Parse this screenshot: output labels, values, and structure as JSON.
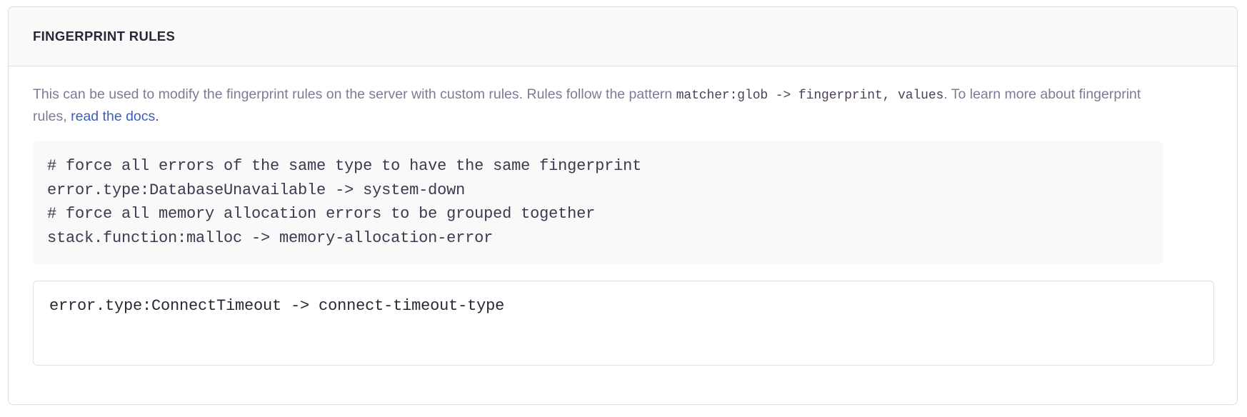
{
  "panel": {
    "title": "FINGERPRINT RULES"
  },
  "description": {
    "lead": "This can be used to modify the fingerprint rules on the server with custom rules. Rules follow the pattern ",
    "code_pattern": "matcher:glob -> fingerprint, values",
    "after_code": ". To learn more about fingerprint rules, ",
    "link_text": "read the docs",
    "trailing": "."
  },
  "example_code": {
    "lines": [
      "# force all errors of the same type to have the same fingerprint",
      "error.type:DatabaseUnavailable -> system-down",
      "# force all memory allocation errors to be grouped together",
      "stack.function:malloc -> memory-allocation-error"
    ],
    "text": "# force all errors of the same type to have the same fingerprint\nerror.type:DatabaseUnavailable -> system-down\n# force all memory allocation errors to be grouped together\nstack.function:malloc -> memory-allocation-error"
  },
  "rules_input": {
    "value": "error.type:ConnectTimeout -> connect-timeout-type",
    "placeholder": "",
    "name": "fingerprint-rules"
  },
  "colors": {
    "panel_border": "#e0dfe6",
    "header_bg": "#fafafb",
    "title_text": "#2e2536",
    "body_text": "#807a94",
    "code_bg": "#f9f9fa",
    "code_text": "#41374f",
    "link": "#3c5ec2"
  }
}
